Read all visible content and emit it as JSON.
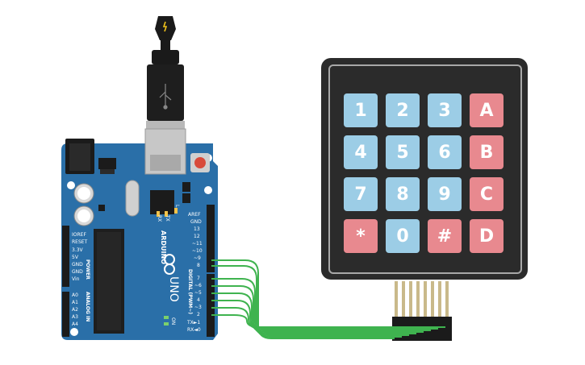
{
  "keypad": {
    "rows": [
      [
        {
          "label": "1",
          "color": "blue"
        },
        {
          "label": "2",
          "color": "blue"
        },
        {
          "label": "3",
          "color": "blue"
        },
        {
          "label": "A",
          "color": "red"
        }
      ],
      [
        {
          "label": "4",
          "color": "blue"
        },
        {
          "label": "5",
          "color": "blue"
        },
        {
          "label": "6",
          "color": "blue"
        },
        {
          "label": "B",
          "color": "red"
        }
      ],
      [
        {
          "label": "7",
          "color": "blue"
        },
        {
          "label": "8",
          "color": "blue"
        },
        {
          "label": "9",
          "color": "blue"
        },
        {
          "label": "C",
          "color": "red"
        }
      ],
      [
        {
          "label": "*",
          "color": "red"
        },
        {
          "label": "0",
          "color": "blue"
        },
        {
          "label": "#",
          "color": "red"
        },
        {
          "label": "D",
          "color": "red"
        }
      ]
    ]
  },
  "board": {
    "logo": "ARDUINO",
    "model": "UNO",
    "power_section": "POWER",
    "analog_section": "ANALOG IN",
    "digital_section": "DIGITAL (PWM~)",
    "power_pins": [
      "IOREF",
      "RESET",
      "3.3V",
      "5V",
      "GND",
      "GND",
      "Vin"
    ],
    "analog_pins": [
      "A0",
      "A1",
      "A2",
      "A3",
      "A4",
      "A5"
    ],
    "digital_pins_top": [
      "AREF",
      "GND",
      "13",
      "12",
      "~11",
      "~10",
      "~9",
      "8"
    ],
    "digital_pins_bottom": [
      "7",
      "~6",
      "~5",
      "4",
      "~3",
      "2",
      "TX►1",
      "RX◄0"
    ],
    "led_labels": [
      "RX",
      "TX",
      "L"
    ],
    "on_label": "ON"
  },
  "colors": {
    "board": "#2a6fa8",
    "board_dark": "#1f5585",
    "wire": "#3fb34f",
    "keypad_body": "#2b2b2b",
    "key_blue": "#9ccde6",
    "key_red": "#e8898f"
  }
}
